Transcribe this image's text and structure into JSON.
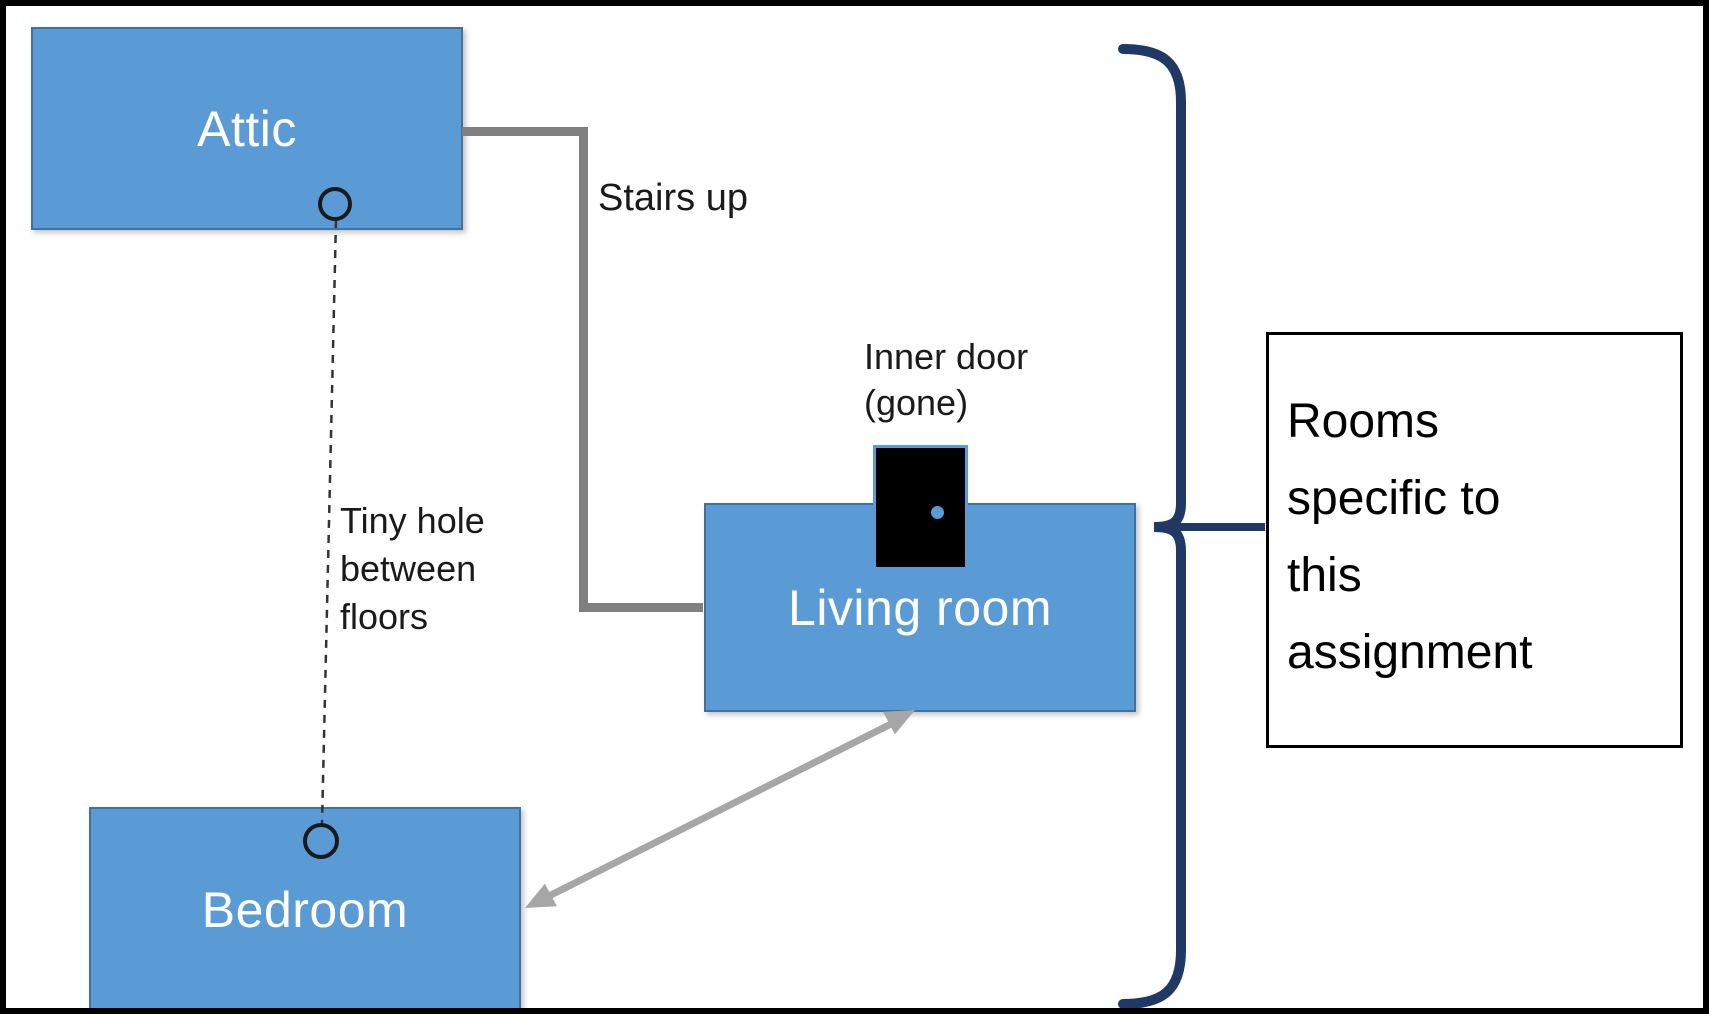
{
  "rooms": {
    "attic": {
      "label": "Attic"
    },
    "living_room": {
      "label": "Living room"
    },
    "bedroom": {
      "label": "Bedroom"
    }
  },
  "labels": {
    "stairs": "Stairs up",
    "tiny_hole_lines": [
      "Tiny hole",
      "between",
      "floors"
    ],
    "inner_door_lines": [
      "Inner door",
      "(gone)"
    ],
    "side_note_lines": [
      "Rooms",
      "specific to",
      "this",
      "assignment"
    ]
  },
  "connectors": {
    "stairs_connector": "elbow line from Attic right edge down to Living room left edge",
    "floor_hole_link": "dashed line with open circles joining Attic bottom to Bedroom top",
    "room_arrow": "double-headed gray arrow between Living room bottom and Bedroom right edge",
    "brace": "large right curly brace grouping all rooms, joined to side note box"
  },
  "colors": {
    "room_fill": "#5b9bd5",
    "room_border": "#41719c",
    "room_text": "#ffffff",
    "stairs_connector_gray": "#808080",
    "arrow_gray": "#a6a6a6",
    "brace_navy": "#1f3864",
    "door_fill": "#000000",
    "door_knob_blue": "#5b9bd5",
    "dashed_line": "#333333",
    "label_text": "#1a1a1a",
    "outer_border": "#000000"
  }
}
